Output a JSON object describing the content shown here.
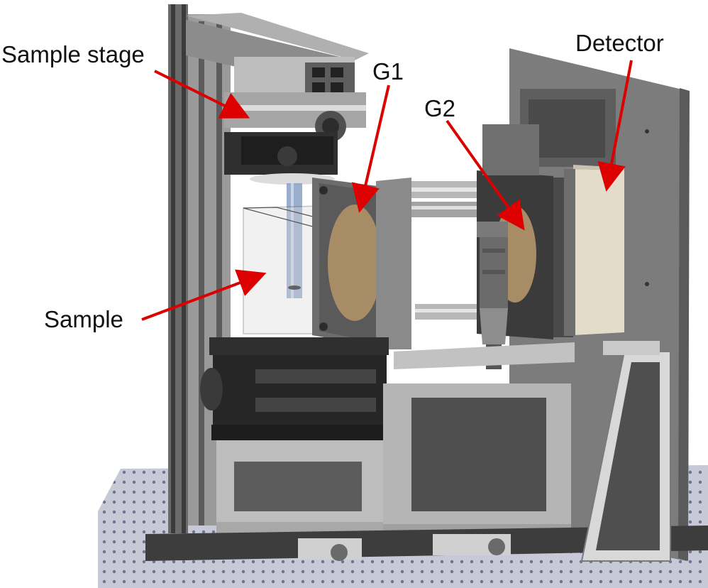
{
  "labels": {
    "sample_stage": "Sample stage",
    "g1": "G1",
    "g2": "G2",
    "detector": "Detector",
    "sample": "Sample"
  },
  "colors": {
    "arrow": "#dd0000",
    "frame_dark": "#3d3d3d",
    "frame_mid": "#8a8a8a",
    "frame_light": "#b9b9b9",
    "grating": "#a88c66",
    "detector_face": "#e4dccb",
    "table_dots": "#9aa0b8"
  }
}
